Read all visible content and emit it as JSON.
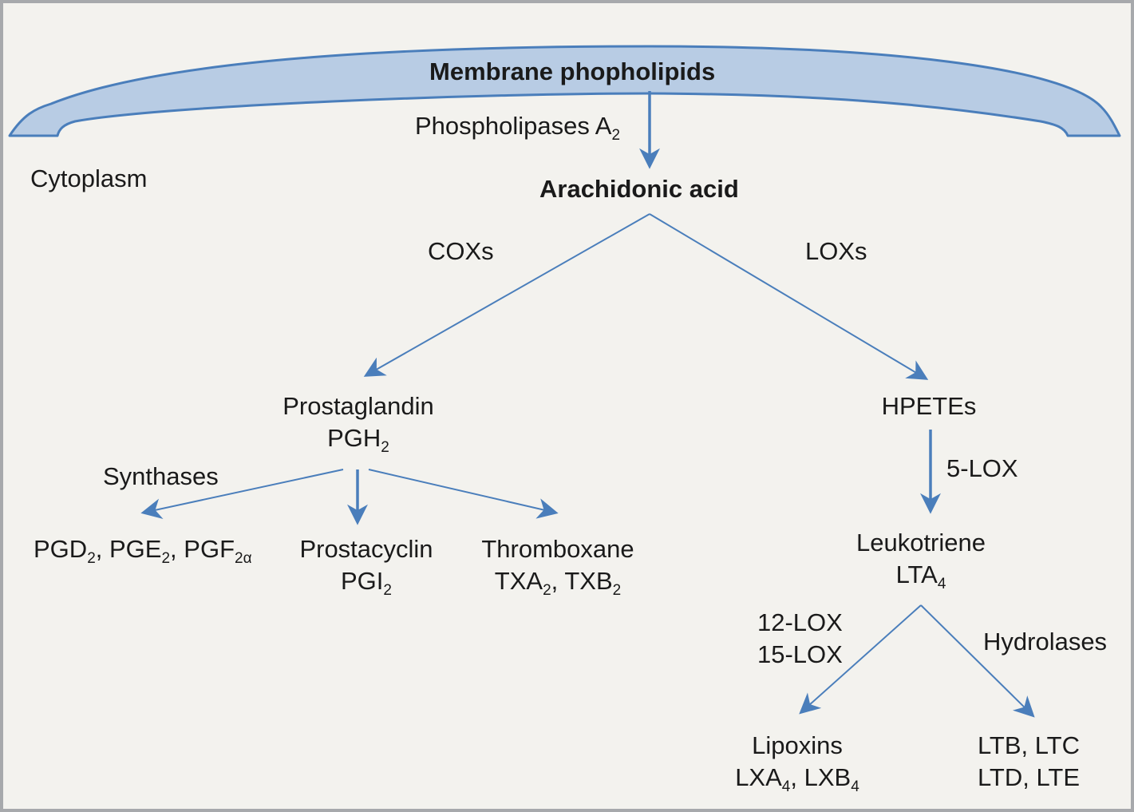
{
  "colors": {
    "frame": "#a7a9ac",
    "background": "#f3f2ee",
    "membrane_fill": "#b8cce4",
    "arrow": "#4a7ebb",
    "text": "#1a1a1a"
  },
  "labels": {
    "membrane": "Membrane phopholipids",
    "phospholipases": {
      "main": "Phospholipases A",
      "sub": "2"
    },
    "cytoplasm": "Cytoplasm",
    "arachidonic_acid": "Arachidonic acid",
    "coxs": "COXs",
    "loxs": "LOXs",
    "prostaglandin": {
      "line1": "Prostaglandin",
      "line2_main": "PGH",
      "line2_sub": "2"
    },
    "hpetes": "HPETEs",
    "synthases": "Synthases",
    "five_lox": "5-LOX",
    "pg_products": [
      {
        "main": "PGD",
        "sub": "2",
        "sep": ", "
      },
      {
        "main": "PGE",
        "sub": "2",
        "sep": ", "
      },
      {
        "main": "PGF",
        "sub": "2α",
        "sep": ""
      }
    ],
    "prostacyclin": {
      "line1": "Prostacyclin",
      "line2_main": "PGI",
      "line2_sub": "2"
    },
    "thromboxane": {
      "line1": "Thromboxane",
      "tx_a": "TXA",
      "tx_a_sub": "2",
      "sep": ", ",
      "tx_b": "TXB",
      "tx_b_sub": "2"
    },
    "leukotriene": {
      "line1": "Leukotriene",
      "line2_main": "LTA",
      "line2_sub": "4"
    },
    "twelve_lox": "12-LOX",
    "fifteen_lox": "15-LOX",
    "hydrolases": "Hydrolases",
    "lipoxins": {
      "line1": "Lipoxins",
      "lx_a": "LXA",
      "lx_a_sub": "4",
      "sep": ", ",
      "lx_b": "LXB",
      "lx_b_sub": "4"
    },
    "leukotrienes_final": {
      "line1": "LTB, LTC",
      "line2": "LTD, LTE"
    }
  },
  "edges": [
    {
      "from": "membrane",
      "to": "arachidonic_acid",
      "enzyme": "Phospholipases A2"
    },
    {
      "from": "arachidonic_acid",
      "to": "prostaglandin_pgh2",
      "enzyme": "COXs"
    },
    {
      "from": "arachidonic_acid",
      "to": "hpetes",
      "enzyme": "LOXs"
    },
    {
      "from": "prostaglandin_pgh2",
      "to": "pgd2_pge2_pgf2a",
      "enzyme": "Synthases"
    },
    {
      "from": "prostaglandin_pgh2",
      "to": "prostacyclin_pgi2",
      "enzyme": "Synthases"
    },
    {
      "from": "prostaglandin_pgh2",
      "to": "thromboxane_txa2_txb2",
      "enzyme": "Synthases"
    },
    {
      "from": "hpetes",
      "to": "leukotriene_lta4",
      "enzyme": "5-LOX"
    },
    {
      "from": "leukotriene_lta4",
      "to": "lipoxins",
      "enzyme": "12-LOX / 15-LOX"
    },
    {
      "from": "leukotriene_lta4",
      "to": "ltb_ltc_ltd_lte",
      "enzyme": "Hydrolases"
    }
  ]
}
